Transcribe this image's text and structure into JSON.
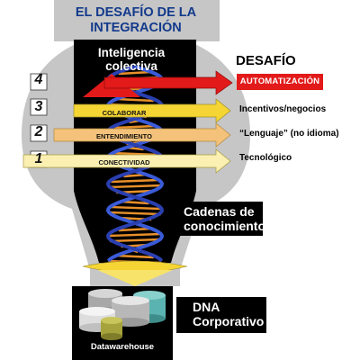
{
  "header": {
    "title_line1": "EL DESAFÍO DE LA",
    "title_line2": "INTEGRACIÓN"
  },
  "center": {
    "line1": "Inteligencia",
    "line2": "colectiva"
  },
  "levels": [
    {
      "number": "4",
      "label": ""
    },
    {
      "number": "3",
      "label": "COLABORAR"
    },
    {
      "number": "2",
      "label": "ENTENDIMIENTO"
    },
    {
      "number": "1",
      "label": "CONECTIVIDAD"
    }
  ],
  "challenges": {
    "heading": "DESAFÍO",
    "items": [
      "AUTOMATIZACIÓN",
      "Incentivos/negocios",
      "“Lenguaje” (no idioma)",
      "Tecnológico"
    ]
  },
  "chains": {
    "line1": "Cadenas de",
    "line2": "conocimiento"
  },
  "dna": {
    "line1": "DNA",
    "line2": "Corporativo"
  },
  "datawarehouse": "Datawarehouse",
  "colors": {
    "title": "#123a8c",
    "gray_shape": "#c6c6c6",
    "automation_red": "#e21a1a",
    "arrow_yellow": "#f5d533",
    "arrow_orange": "#f4c27a",
    "arrow_light": "#fbf0b2",
    "helix_blue": "#3a5bd8",
    "helix_orange": "#e8902a"
  }
}
